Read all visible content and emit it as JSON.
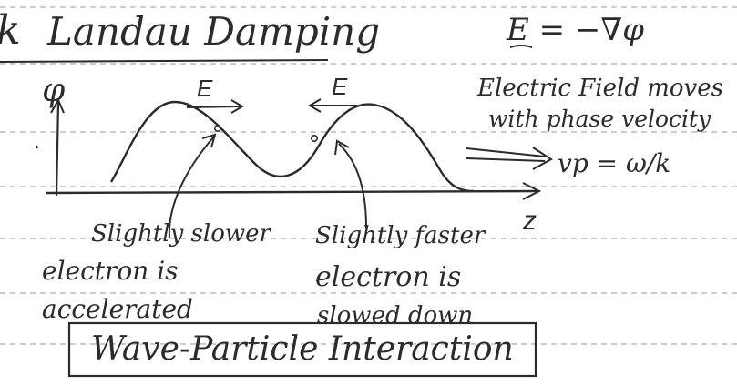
{
  "title": "Landau Damping",
  "title_prefix_fragment": "k",
  "equation": "E = −∇φ",
  "potential_label": "φ",
  "field_label_left": "E",
  "field_label_right": "E",
  "phase_velocity_note_line1": "Electric Field moves",
  "phase_velocity_note_line2": "with phase velocity",
  "phase_velocity_formula": "vp = ω/k",
  "axis_label": "z",
  "slower_note_line1": "Slightly slower",
  "slower_note_line2": "electron is",
  "slower_note_line3": "accelerated",
  "faster_note_line1": "Slightly faster",
  "faster_note_line2": "electron is",
  "faster_note_line3": "slowed down",
  "boxed_caption": "Wave-Particle Interaction",
  "ink_color": "#2b2b2b",
  "rule_color": "#9a9a9a"
}
